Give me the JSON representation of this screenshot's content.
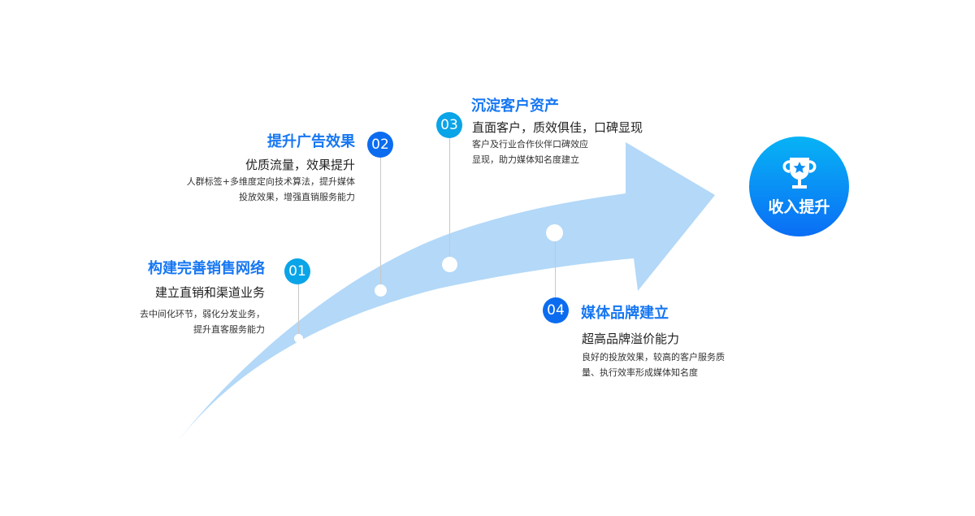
{
  "steps": [
    {
      "num": "01",
      "title": "构建完善销售网络",
      "subtitle": "建立直销和渠道业务",
      "desc": [
        "去中间化环节，弱化分发业务，",
        "提升直客服务能力"
      ],
      "color": "#0aa4e8"
    },
    {
      "num": "02",
      "title": "提升广告效果",
      "subtitle": "优质流量，效果提升",
      "desc": [
        "人群标签+多维度定向技术算法，提升媒体",
        "投放效果，增强直销服务能力"
      ],
      "color": "#0b6cf0"
    },
    {
      "num": "03",
      "title": "沉淀客户资产",
      "subtitle": "直面客户，质效俱佳，口碑显现",
      "desc": [
        "客户及行业合作伙伴口碑效应",
        "显现，助力媒体知名度建立"
      ],
      "color": "#0aa4e8"
    },
    {
      "num": "04",
      "title": "媒体品牌建立",
      "subtitle": "超高品牌溢价能力",
      "desc": [
        "良好的投放效果，较高的客户服务质",
        "量、执行效率形成媒体知名度"
      ],
      "color": "#0b6cf0"
    }
  ],
  "goal": {
    "label": "收入提升",
    "icon": "trophy-icon"
  },
  "colors": {
    "arrow": "#b3d8f8",
    "accent": "#1677f2"
  }
}
